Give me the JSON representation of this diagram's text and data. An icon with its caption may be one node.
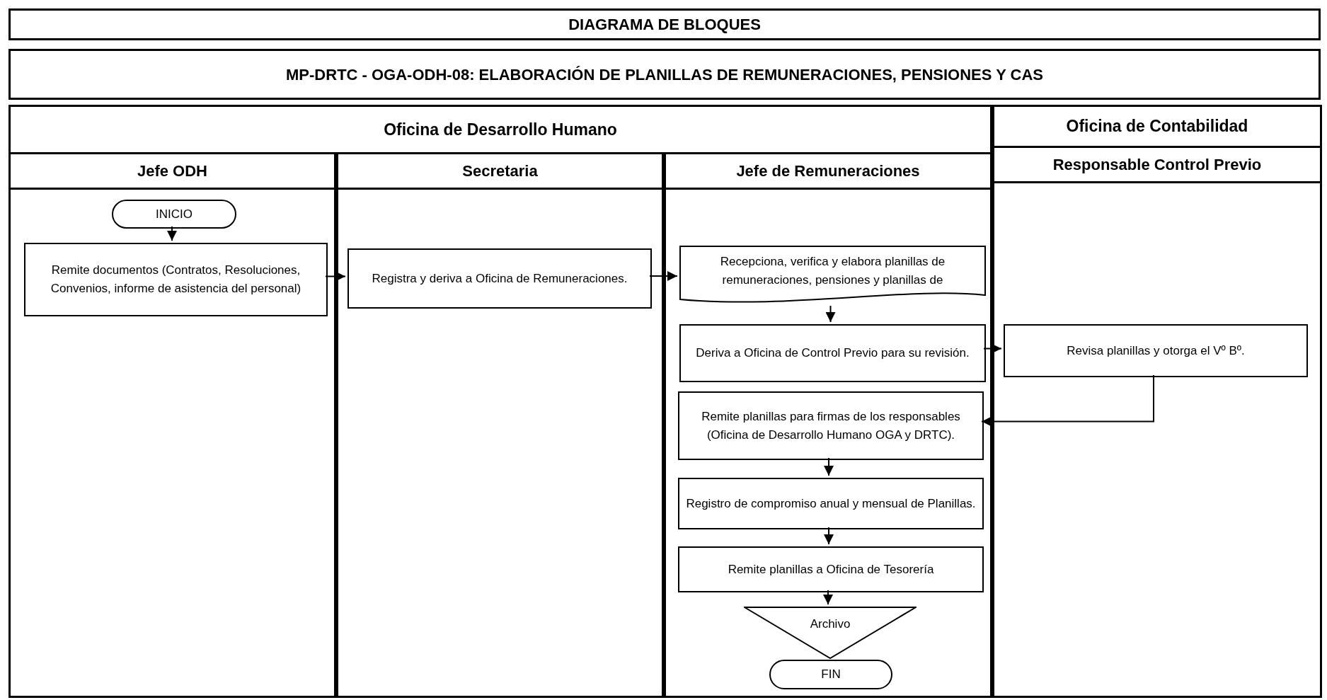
{
  "diagram": {
    "title": "DIAGRAMA DE BLOQUES",
    "nodes": [
      {
        "text": [
          "MP-DRTC - OGA-ODH-08: ELABORACIÓN DE PLANILLAS DE REMUNERACIONES, PENSIONES Y CAS"
        ]
      },
      {
        "text": [
          "Oficina de Desarrollo Humano"
        ]
      },
      {
        "text": [
          "Oficina de Contabilidad"
        ]
      },
      {
        "text": [
          "Jefe ODH"
        ],
        "in": 1
      },
      {
        "text": [
          "Secretaria"
        ],
        "in": 1
      },
      {
        "text": [
          "Jefe de Remuneraciones"
        ],
        "in": 1
      },
      {
        "text": [
          "Responsable Control Previo"
        ],
        "in": 2
      },
      {
        "text": [
          "INICIO"
        ],
        "in": 3
      },
      {
        "text": [
          "Remite documentos (Contratos, Resoluciones, Convenios, informe de asistencia del personal)"
        ],
        "in": 3
      },
      {
        "text": [
          "Registra y deriva a Oficina de Remuneraciones."
        ],
        "in": 4
      },
      {
        "text": [
          "Recepciona, verifica y elabora planillas de remuneraciones, pensiones y planillas de"
        ],
        "in": 5
      },
      {
        "text": [
          "Deriva a Oficina de Control Previo para su revisión."
        ],
        "in": 5
      },
      {
        "text": [
          "Revisa planillas y otorga el Vº Bº."
        ],
        "in": 6
      },
      {
        "text": [
          "Remite planillas para firmas de los responsables (Oficina de Desarrollo Humano OGA y DRTC)."
        ],
        "in": 5
      },
      {
        "text": [
          "Registro de compromiso anual y mensual de Planillas."
        ],
        "in": 5
      },
      {
        "text": [
          "Remite planillas a Oficina de Tesorería"
        ],
        "in": 5
      },
      {
        "text": [
          "Archivo"
        ],
        "in": 5
      },
      {
        "text": [
          "FIN"
        ],
        "in": 5
      }
    ],
    "edges": [
      {
        "from": 7,
        "to": 8,
        "arrow": "to"
      },
      {
        "from": 8,
        "to": 9,
        "arrow": "to"
      },
      {
        "from": 9,
        "to": 10,
        "arrow": "to"
      },
      {
        "from": 10,
        "to": 11,
        "arrow": "to"
      },
      {
        "from": 11,
        "to": 12,
        "arrow": "to"
      },
      {
        "from": 12,
        "to": 13,
        "arrow": "to"
      },
      {
        "from": 13,
        "to": 14,
        "arrow": "to"
      },
      {
        "from": 14,
        "to": 15,
        "arrow": "to"
      },
      {
        "from": 15,
        "to": 16,
        "arrow": "to"
      }
    ]
  }
}
